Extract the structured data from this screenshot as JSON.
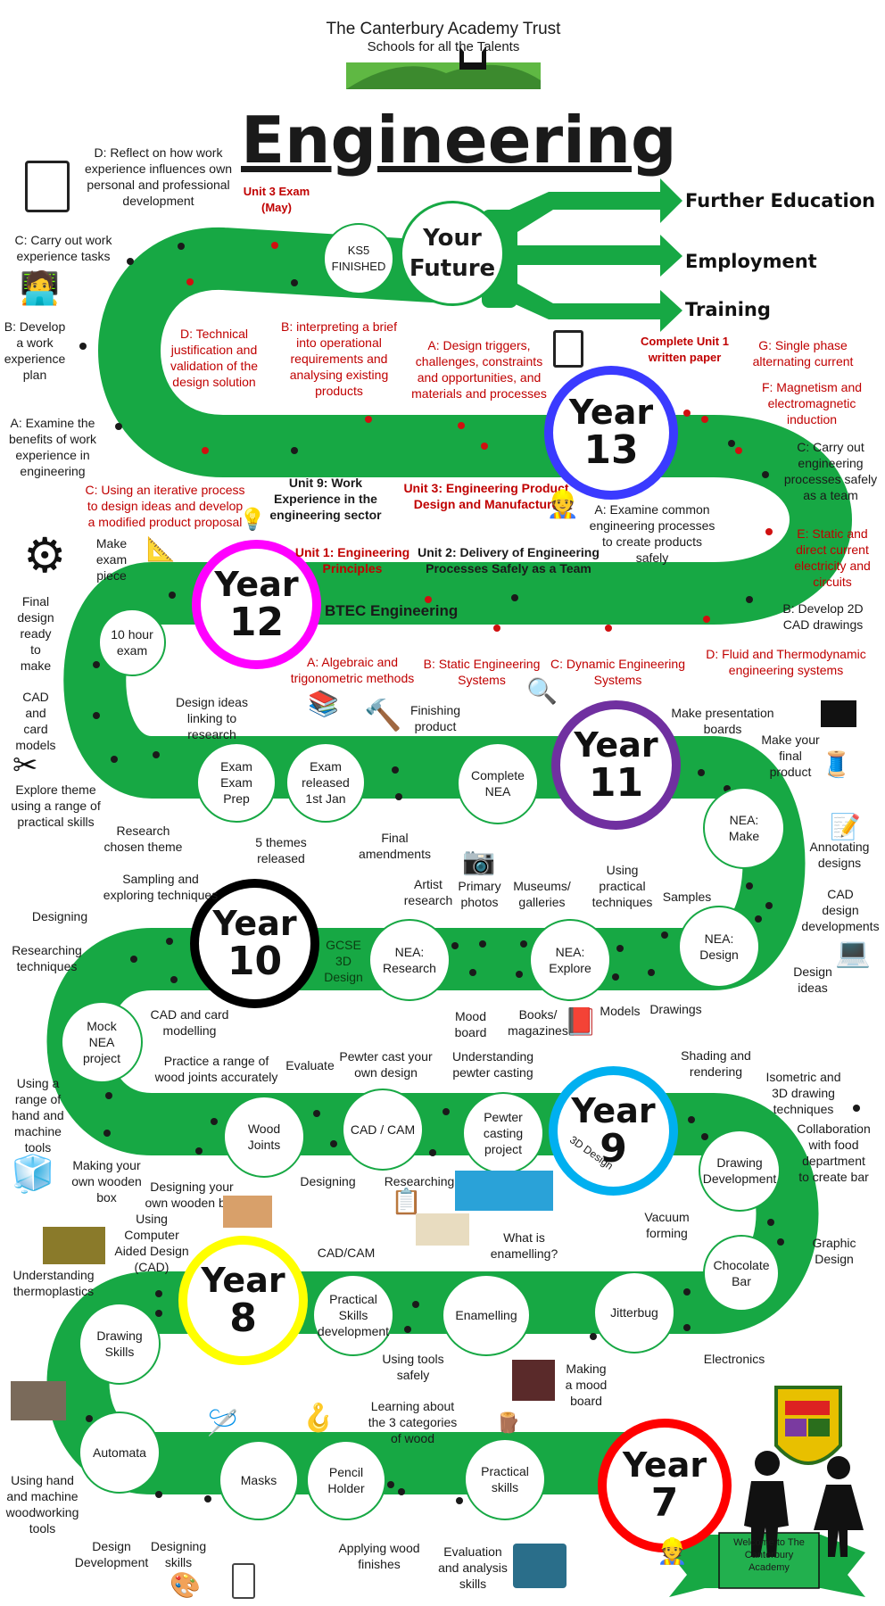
{
  "header": {
    "org_name": "The Canterbury Academy Trust",
    "org_tagline": "Schools for all the Talents",
    "title": "Engineering"
  },
  "future": {
    "ks5": "KS5\nFINISHED",
    "your_future": "Your\nFuture",
    "routes": [
      "Further\nEducation",
      "Employment",
      "Training"
    ]
  },
  "years": {
    "y13": {
      "word": "Year",
      "num": "13",
      "color": "#3a3aff"
    },
    "y12": {
      "word": "Year",
      "num": "12",
      "color": "#ff00ff"
    },
    "y11": {
      "word": "Year",
      "num": "11",
      "color": "#7030a0"
    },
    "y10": {
      "word": "Year",
      "num": "10",
      "color": "#000000"
    },
    "y9": {
      "word": "Year",
      "num": "9",
      "color": "#00b0f0",
      "sub": "3D Design"
    },
    "y8": {
      "word": "Year",
      "num": "8",
      "color": "#ffff00"
    },
    "y7": {
      "word": "Year",
      "num": "7",
      "color": "#ff0000"
    }
  },
  "ks5": {
    "reflect": "D: Reflect on how work\nexperience influences own\npersonal and professional\ndevelopment",
    "unit3_exam": "Unit 3 Exam\n(May)",
    "carry_out_work": "C: Carry out work\nexperience tasks",
    "develop_plan": "B: Develop\na work\nexperience\nplan",
    "examine_benefits": "A: Examine the\nbenefits of work\nexperience in\nengineering",
    "technical_justification": "D: Technical\njustification and\nvalidation of the\ndesign solution",
    "interpreting_brief": "B: interpreting a brief\ninto operational\nrequirements and\nanalysing existing\nproducts",
    "design_triggers": "A: Design triggers,\nchallenges, constraints\nand opportunities, and\nmaterials and processes",
    "complete_unit1": "Complete Unit 1\nwritten paper",
    "single_phase": "G: Single phase\nalternating current",
    "magnetism": "F: Magnetism and\nelectromagnetic\ninduction",
    "carry_out_processes": "C: Carry out\nengineering\nprocesses safely\nas a team",
    "static_direct": "E: Static and\ndirect current\nelectricity and\ncircuits",
    "develop_2d": "B: Develop 2D\nCAD drawings",
    "fluid_thermo": "D: Fluid and Thermodynamic\nengineering systems",
    "examine_common": "A: Examine common\nengineering processes\nto create products\nsafely",
    "unit3_product": "Unit 3: Engineering Product\nDesign and Manufacture",
    "unit9": "Unit 9: Work\nExperience in the\nengineering sector",
    "iterative": "C: Using an iterative process\nto design ideas and develop\na modified product proposal",
    "unit1": "Unit 1: Engineering\nPrinciples",
    "unit2": "Unit 2: Delivery of Engineering\nProcesses Safely as a Team",
    "btec": "BTEC Engineering",
    "algebraic": "A: Algebraic and\ntrigonometric methods",
    "static_eng": "B: Static Engineering\nSystems",
    "dynamic_eng": "C: Dynamic Engineering\nSystems"
  },
  "y11": {
    "exam_piece": "Make\nexam\npiece",
    "ten_hour": "10 hour\nexam",
    "final_design": "Final\ndesign\nready\nto\nmake",
    "cad_card": "CAD\nand\ncard\nmodels",
    "explore_theme": "Explore theme\nusing a range of\npractical skills",
    "research_theme": "Research\nchosen theme",
    "design_ideas_research": "Design ideas\nlinking to\nresearch",
    "exam_prep": "Exam\nExam\nPrep",
    "exam_released": "Exam\nreleased\n1st Jan",
    "five_themes": "5 themes\nreleased",
    "finishing": "Finishing\nproduct",
    "final_amendments": "Final\namendments",
    "complete_nea": "Complete\nNEA",
    "presentation": "Make presentation\nboards",
    "make_final": "Make your\nfinal\nproduct"
  },
  "y10": {
    "nea_make": "NEA:\nMake",
    "annotating": "Annotating\ndesigns",
    "cad_design_dev": "CAD\ndesign\ndevelopments",
    "design_ideas": "Design\nideas",
    "nea_design": "NEA:\nDesign",
    "samples": "Samples",
    "drawings": "Drawings",
    "using_practical": "Using\npractical\ntechniques",
    "models": "Models",
    "nea_explore": "NEA:\nExplore",
    "museums": "Museums/\ngalleries",
    "books": "Books/\nmagazines",
    "primary_photos": "Primary\nphotos",
    "artist_research": "Artist\nresearch",
    "mood_board": "Mood\nboard",
    "nea_research": "NEA:\nResearch",
    "gcse": "GCSE\n3D\nDesign",
    "sampling": "Sampling and\nexploring techniques",
    "designing": "Designing",
    "researching_tech": "Researching\ntechniques",
    "cad_card_modelling": "CAD and card\nmodelling",
    "mock_nea": "Mock\nNEA\nproject"
  },
  "y9": {
    "using_range": "Using a\nrange of\nhand and\nmachine\ntools",
    "wooden_box": "Making your\nown wooden\nbox",
    "designing_box": "Designing your\nown wooden box",
    "practice_joints": "Practice a range of\nwood joints accurately",
    "wood_joints": "Wood\nJoints",
    "evaluate": "Evaluate",
    "designing": "Designing",
    "pewter_cast": "Pewter cast your\nown design",
    "cad_cam": "CAD / CAM",
    "understanding_pewter": "Understanding\npewter casting",
    "researching": "Researching",
    "pewter_project": "Pewter\ncasting\nproject",
    "shading": "Shading and\nrendering",
    "isometric": "Isometric and\n3D drawing\ntechniques",
    "drawing_dev": "Drawing\nDevelopment",
    "collaboration": "Collaboration\nwith food\ndepartment\nto create bar",
    "graphic": "Graphic\nDesign",
    "chocolate": "Chocolate\nBar"
  },
  "y8": {
    "vacuum": "Vacuum\nforming",
    "electronics": "Electronics",
    "jitterbug": "Jitterbug",
    "mood_board": "Making\na mood\nboard",
    "enamelling_q": "What is\nenamelling?",
    "enamelling": "Enamelling",
    "cadcam": "CAD/CAM",
    "practical_dev": "Practical\nSkills\ndevelopment",
    "tools_safely": "Using tools\nsafely",
    "using_cad": "Using\nComputer\nAided Design\n(CAD)",
    "thermoplastics": "Understanding\nthermoplastics",
    "drawing_skills": "Drawing\nSkills"
  },
  "y7": {
    "automata": "Automata",
    "hand_machine": "Using hand\nand machine\nwoodworking\ntools",
    "design_dev": "Design\nDevelopment",
    "designing_skills": "Designing\nskills",
    "masks": "Masks",
    "pencil_holder": "Pencil\nHolder",
    "applying_finishes": "Applying wood\nfinishes",
    "three_categories": "Learning about\nthe 3 categories\nof wood",
    "practical_skills": "Practical\nskills",
    "evaluation": "Evaluation\nand analysis\nskills",
    "welcome": "Welcome to The\nCanterbury\nAcademy"
  },
  "colors": {
    "road": "#17a844",
    "red_text": "#c00000",
    "dot": "#1a1a1a",
    "red_dot": "#d01010"
  }
}
